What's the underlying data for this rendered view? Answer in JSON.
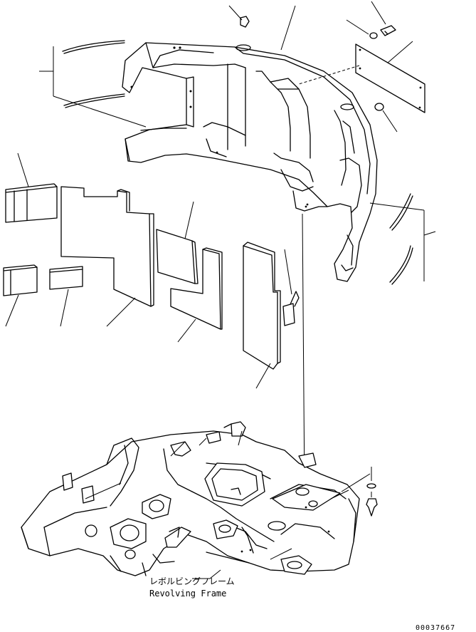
{
  "caption": {
    "jp": "レボルビングフレーム",
    "en": "Revolving Frame"
  },
  "figure_number": "00037667"
}
